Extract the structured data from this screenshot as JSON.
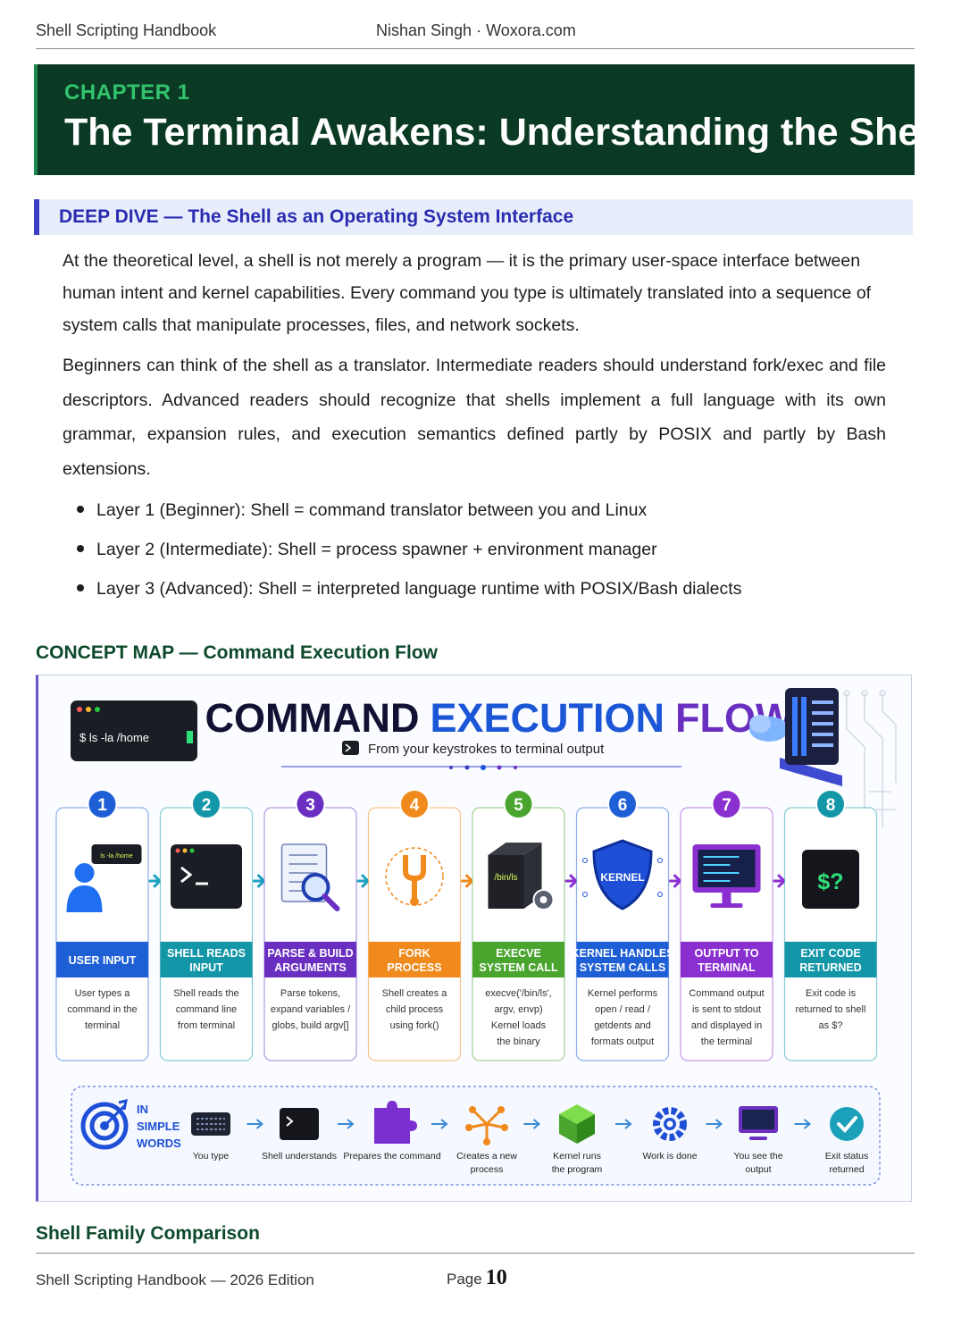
{
  "header": {
    "left": "Shell Scripting Handbook",
    "center": "Nishan Singh · Woxora.com"
  },
  "chapter": {
    "label": "CHAPTER 1",
    "title": "The Terminal Awakens: Understanding the Shell"
  },
  "deep_dive": {
    "title": "DEEP DIVE — The Shell as an Operating System Interface"
  },
  "paragraphs": [
    "At the theoretical level, a shell is not merely a program — it is the primary user-space interface between human intent and kernel capabilities. Every command you type is ultimately translated into a sequence of system calls that manipulate processes, files, and network sockets.",
    "Beginners can think of the shell as a translator. Intermediate readers should understand fork/exec and file descriptors. Advanced readers should recognize that shells implement a full language with its own grammar, expansion rules, and execution semantics defined partly by POSIX and partly by Bash extensions."
  ],
  "bullets": [
    "Layer 1 (Beginner): Shell = command translator between you and Linux",
    "Layer 2 (Intermediate): Shell = process spawner + environment manager",
    "Layer 3 (Advanced): Shell = interpreted language runtime with POSIX/Bash dialects"
  ],
  "concept_map_heading": "CONCEPT MAP — Command Execution Flow",
  "figure": {
    "terminal_text": "$ ls -la /home",
    "title_part1": "COMMAND",
    "title_part2": "EXECUTION",
    "title_part3": "FLOW",
    "subtitle": "From your keystrokes to terminal output",
    "steps": [
      {
        "num": "1",
        "title": [
          "USER INPUT"
        ],
        "desc": [
          "User types a",
          "command in the",
          "terminal"
        ],
        "color": "#1f5fd6",
        "bubble": "ls -la /home"
      },
      {
        "num": "2",
        "title": [
          "SHELL READS",
          "INPUT"
        ],
        "desc": [
          "Shell reads the",
          "command line",
          "from terminal"
        ],
        "color": "#1396a8"
      },
      {
        "num": "3",
        "title": [
          "PARSE & BUILD",
          "ARGUMENTS"
        ],
        "desc": [
          "Parse tokens,",
          "expand variables /",
          "globs, build argv[]"
        ],
        "color": "#6a2fc0"
      },
      {
        "num": "4",
        "title": [
          "FORK",
          "PROCESS"
        ],
        "desc": [
          "Shell creates a",
          "child process",
          "using fork()"
        ],
        "color": "#f08a1c"
      },
      {
        "num": "5",
        "title": [
          "EXECVE",
          "SYSTEM CALL"
        ],
        "desc": [
          "execve('/bin/ls',",
          "argv, envp)",
          "Kernel loads",
          "the binary"
        ],
        "color": "#4aa52e",
        "box_label": "/bin/ls"
      },
      {
        "num": "6",
        "title": [
          "KERNEL HANDLES",
          "SYSTEM CALLS"
        ],
        "desc": [
          "Kernel performs",
          "open / read /",
          "getdents and",
          "formats output"
        ],
        "color": "#1f5fd6",
        "shield_label": "KERNEL"
      },
      {
        "num": "7",
        "title": [
          "OUTPUT TO",
          "TERMINAL"
        ],
        "desc": [
          "Command output",
          "is sent to stdout",
          "and displayed in",
          "the terminal"
        ],
        "color": "#8a2fd0"
      },
      {
        "num": "8",
        "title": [
          "EXIT CODE",
          "RETURNED"
        ],
        "desc": [
          "Exit code is",
          "returned to shell",
          "as $?"
        ],
        "color": "#1396a8",
        "screen_label": "$?"
      }
    ],
    "simple": {
      "label": [
        "IN",
        "SIMPLE",
        "WORDS"
      ],
      "items": [
        [
          "You type"
        ],
        [
          "Shell understands"
        ],
        [
          "Prepares the command"
        ],
        [
          "Creates a new",
          "process"
        ],
        [
          "Kernel runs",
          "the program"
        ],
        [
          "Work is done"
        ],
        [
          "You see the",
          "output"
        ],
        [
          "Exit status",
          "returned"
        ]
      ]
    }
  },
  "shell_family_heading": "Shell Family Comparison",
  "footer": {
    "left": "Shell Scripting Handbook — 2026 Edition",
    "page_label": "Page",
    "page_number": "10"
  }
}
